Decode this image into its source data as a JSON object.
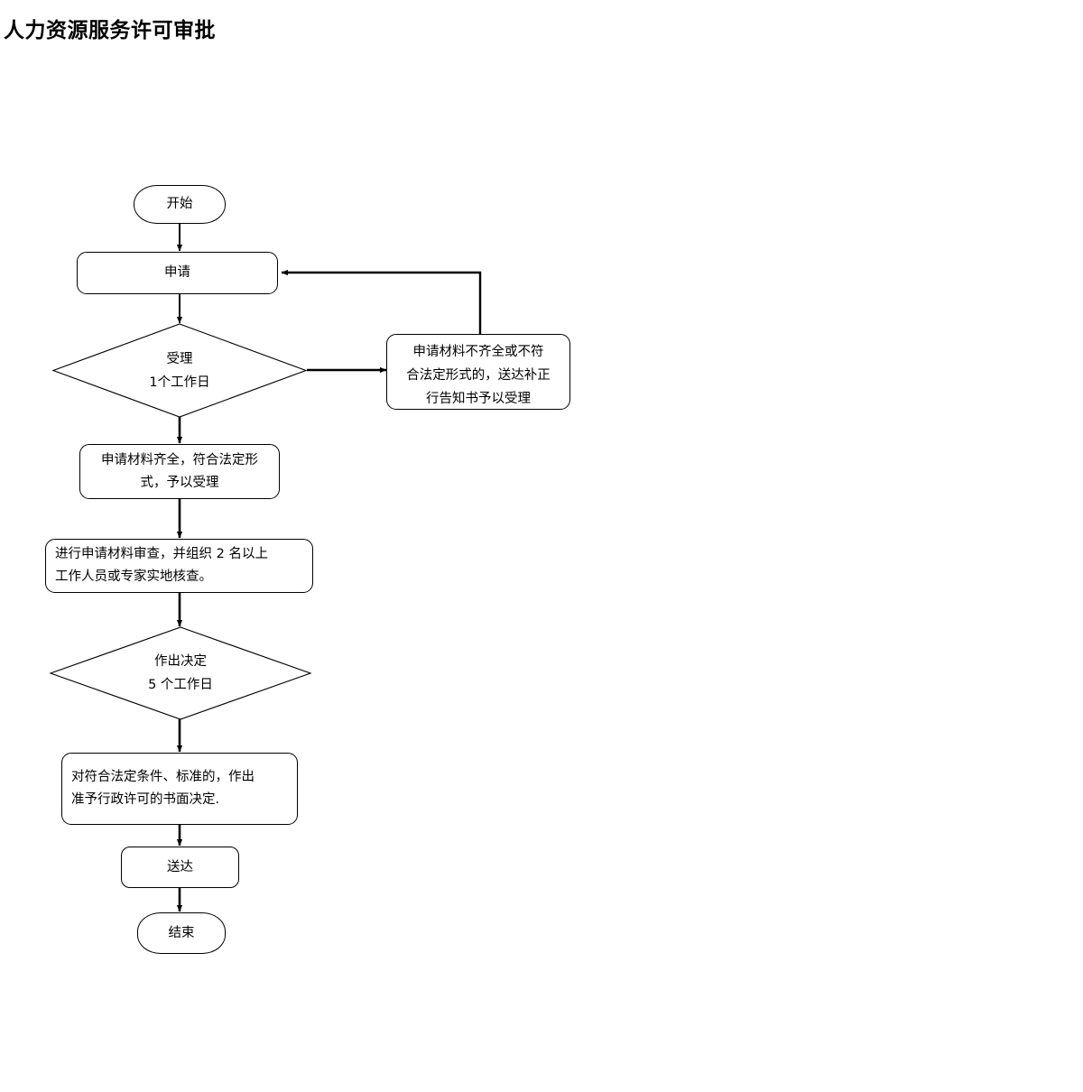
{
  "page": {
    "title": "人力资源服务许可审批",
    "background_color": "#ffffff",
    "line_color": "#000000",
    "text_color": "#000000"
  },
  "flowchart": {
    "type": "flowchart",
    "orientation": "top-to-bottom",
    "nodes": [
      {
        "id": "start",
        "shape": "terminator",
        "label": "开始"
      },
      {
        "id": "apply",
        "shape": "process",
        "label": "申请"
      },
      {
        "id": "accept",
        "shape": "decision",
        "label": "受理\n1个工作日"
      },
      {
        "id": "incomplete",
        "shape": "process",
        "label": "申请材料不齐全或不符\n合法定形式的，送达补正\n行告知书予以受理"
      },
      {
        "id": "complete",
        "shape": "process",
        "label": "申请材料齐全，符合法定形\n式，予以受理"
      },
      {
        "id": "review",
        "shape": "process",
        "label": "进行申请材料审查，并组织 2 名以上\n工作人员或专家实地核查。"
      },
      {
        "id": "decision",
        "shape": "decision",
        "label": "作出决定\n5 个工作日"
      },
      {
        "id": "approve",
        "shape": "process",
        "label": "对符合法定条件、标准的，作出\n准予行政许可的书面决定."
      },
      {
        "id": "deliver",
        "shape": "process",
        "label": "送达"
      },
      {
        "id": "end",
        "shape": "terminator",
        "label": "结束"
      }
    ],
    "edges": [
      {
        "from": "start",
        "to": "apply",
        "label": ""
      },
      {
        "from": "apply",
        "to": "accept",
        "label": ""
      },
      {
        "from": "accept",
        "to": "incomplete",
        "label": ""
      },
      {
        "from": "incomplete",
        "to": "apply",
        "label": ""
      },
      {
        "from": "accept",
        "to": "complete",
        "label": ""
      },
      {
        "from": "complete",
        "to": "review",
        "label": ""
      },
      {
        "from": "review",
        "to": "decision",
        "label": ""
      },
      {
        "from": "decision",
        "to": "approve",
        "label": ""
      },
      {
        "from": "approve",
        "to": "deliver",
        "label": ""
      },
      {
        "from": "deliver",
        "to": "end",
        "label": ""
      }
    ]
  }
}
